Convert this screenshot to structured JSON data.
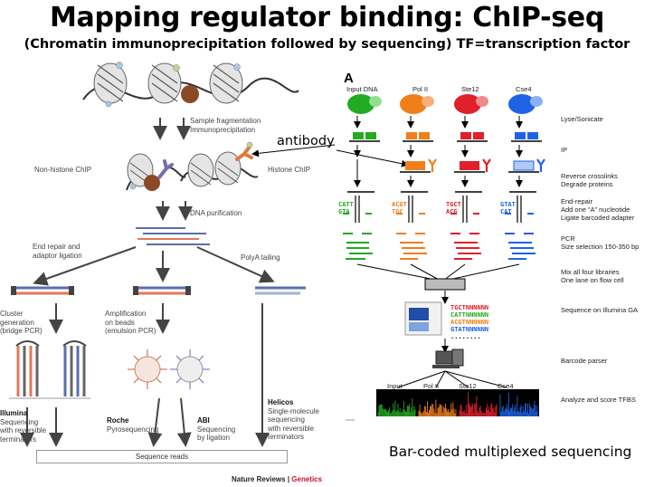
{
  "title": "Mapping regulator binding: ChIP-seq",
  "subtitle": "(Chromatin immunoprecipitation followed by sequencing) TF=transcription factor",
  "left_panel": {
    "step_fragmentation": [
      "Sample fragmentation",
      "Immunoprecipitation"
    ],
    "non_histone": "Non-histone ChIP",
    "histone": "Histone ChIP",
    "dna_purification": "DNA purification",
    "end_repair": [
      "End repair and",
      "adaptor ligation"
    ],
    "polya": "PolyA tailing",
    "cluster": [
      "Cluster",
      "generation",
      "(bridge PCR)"
    ],
    "amplification": [
      "Amplification",
      "on beads",
      "(emulsion PCR)"
    ],
    "illumina": {
      "name": "Illumina",
      "desc": [
        "Sequencing",
        "with reversible",
        "terminators"
      ]
    },
    "roche": {
      "name": "Roche",
      "desc": [
        "Pyrosequencing"
      ]
    },
    "abi": {
      "name": "ABI",
      "desc": [
        "Sequencing",
        "by ligation"
      ]
    },
    "helicos": {
      "name": "Helicos",
      "desc": [
        "Single-molecule",
        "sequencing",
        "with reversible",
        "terminators"
      ]
    },
    "sequence_reads": "Sequence reads",
    "credit_a": "Nature Reviews",
    "credit_sep": " | ",
    "credit_b": "Genetics"
  },
  "antibody_label": "antibody",
  "right_panel": {
    "panel_letter": "A",
    "columns": [
      "Input DNA",
      "Pol II",
      "Ste12",
      "Cse4"
    ],
    "column_colors": [
      "#22aa22",
      "#f07f1a",
      "#e0202a",
      "#1e63e6"
    ],
    "steps": {
      "lyse": "Lyse/Sonicate",
      "ip": "IP",
      "reverse": [
        "Reverse crosslinks",
        "Degrade proteins"
      ],
      "end_repair": [
        "End-repair",
        "Add one “A” nucleotide",
        "Ligate barcoded adapter"
      ],
      "pcr": [
        "PCR",
        "Size selection 150-350 bp"
      ],
      "mix": [
        "Mix all four libraries",
        "One lane on flow cell"
      ],
      "sequence": "Sequence on Illumina GA",
      "barcode": "Barcode parser",
      "analyze": "Analyze and score TFBS"
    },
    "barcodes": [
      "CATT",
      "ACGT",
      "TGCT",
      "GTAT"
    ],
    "barcodes_rev": [
      "GTA",
      "TGC",
      "ACG",
      "CAT"
    ],
    "reads": [
      "TGCTNNNNNN",
      "CATTNNNNNN",
      "ACGTNNNNNN",
      "GTATNNNNNN",
      "........"
    ],
    "track_labels": [
      "Input",
      "Pol II",
      "Ste12",
      "Cse4"
    ],
    "caption": "Bar-coded multiplexed sequencing"
  }
}
